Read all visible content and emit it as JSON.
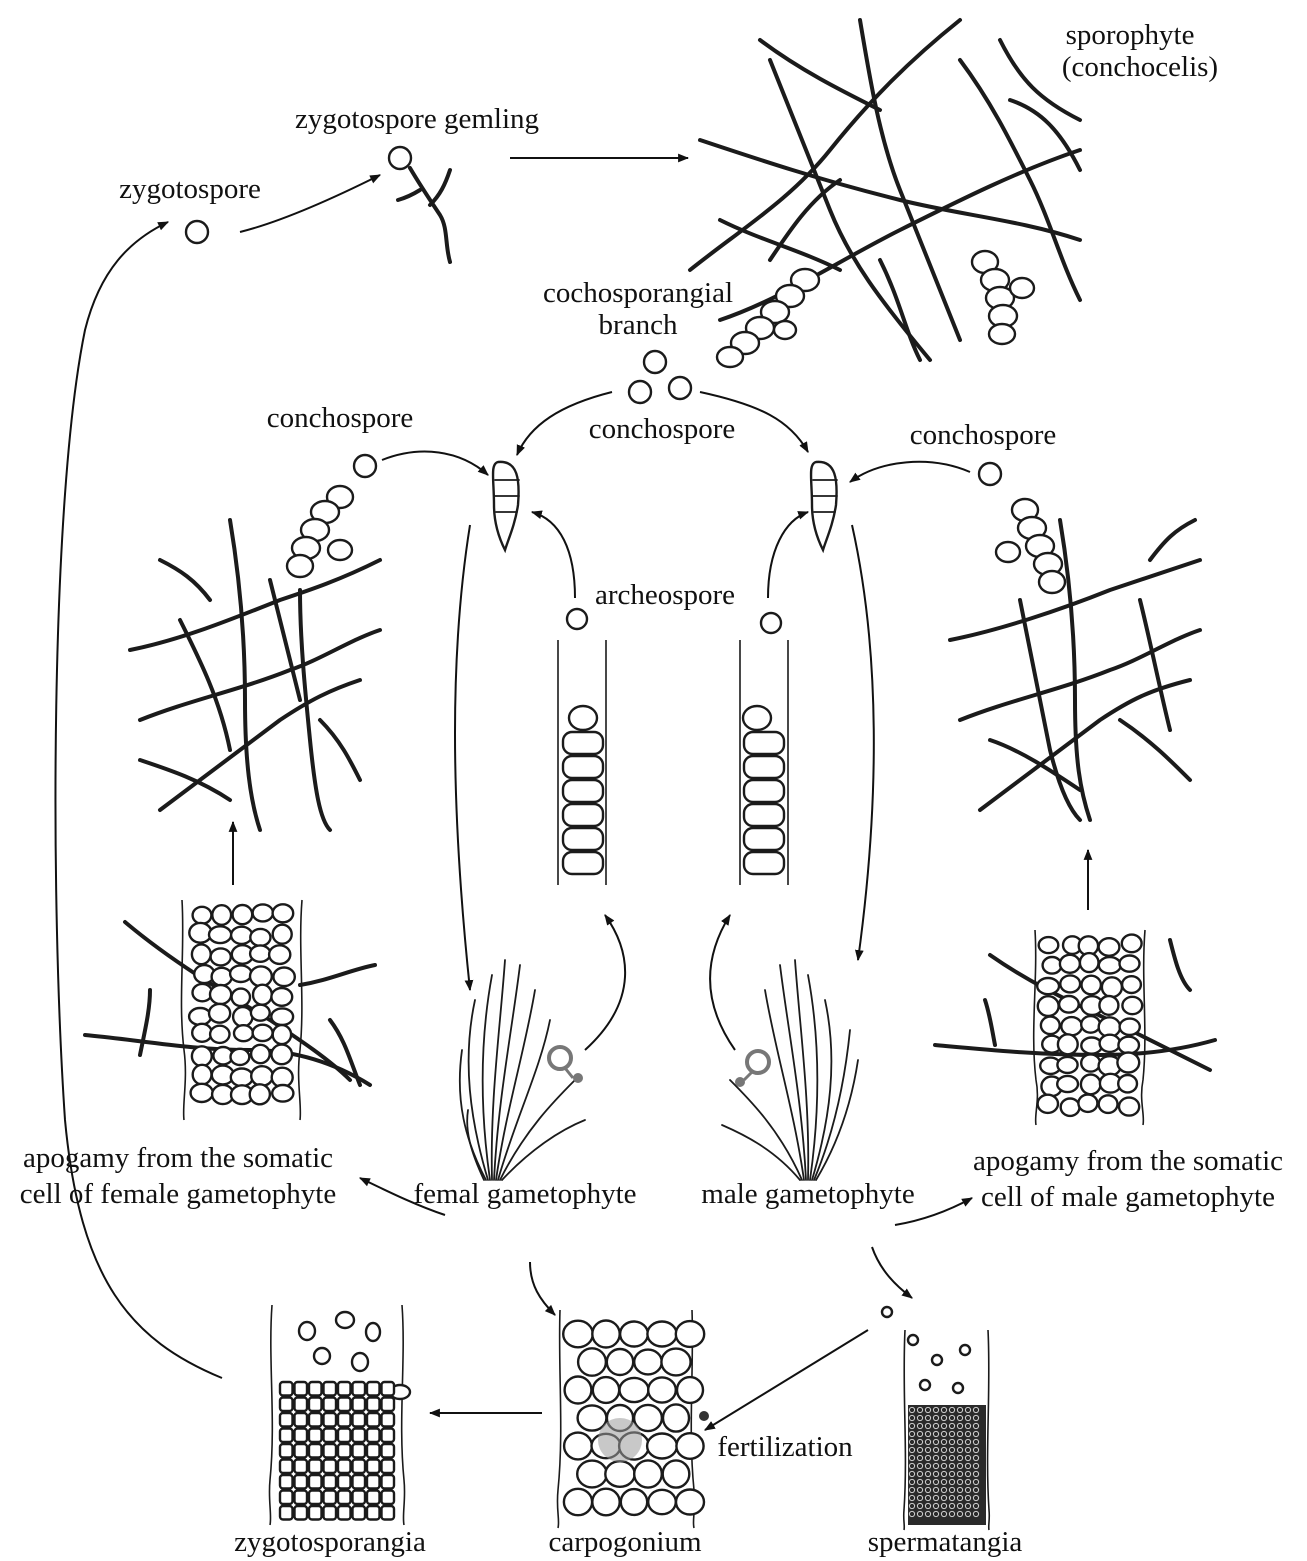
{
  "labels": {
    "sporophyte": "sporophyte",
    "conchocelis": "(conchocelis)",
    "zygotospore_gemling": "zygotospore gemling",
    "zygotospore": "zygotospore",
    "cochosporangial": "cochosporangial",
    "branch": "branch",
    "conchospore_left": "conchospore",
    "conchospore_center": "conchospore",
    "conchospore_right": "conchospore",
    "archeospore": "archeospore",
    "apogamy_female_1": "apogamy from the somatic",
    "apogamy_female_2": "cell of female gametophyte",
    "femal_gametophyte": "femal gametophyte",
    "male_gametophyte": "male gametophyte",
    "apogamy_male_1": "apogamy from the somatic",
    "apogamy_male_2": "cell of male gametophyte",
    "fertilization": "fertilization",
    "zygotosporangia": "zygotosporangia",
    "carpogonium": "carpogonium",
    "spermatangia": "spermatangia"
  }
}
